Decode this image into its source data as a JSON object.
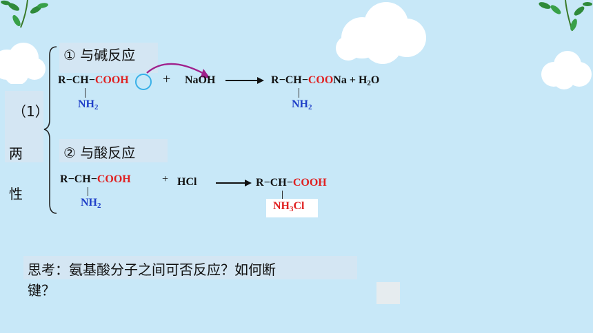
{
  "colors": {
    "background": "#c8e8f8",
    "box": "#d4e6f3",
    "red": "#e02020",
    "blue": "#1f3fc8",
    "arrow_curve": "#a0208c",
    "circle": "#38b0e8"
  },
  "icons": [
    "leaf-branch-icon",
    "cloud-icon"
  ],
  "section": {
    "number": "（1）",
    "title_line1": "两",
    "title_line2": "性"
  },
  "reaction1": {
    "heading": "① 与碱反应",
    "reactant": {
      "R": "R",
      "dash1": "−",
      "CH": "CH",
      "dash2": "−",
      "COO": "COO",
      "H": "H",
      "NH2": "NH",
      "NH2_sub": "2"
    },
    "plus": "+",
    "reagent": "NaOH",
    "product": {
      "R": "R",
      "dash1": "−",
      "CH": "CH",
      "dash2": "−",
      "COO": "COO",
      "Na": "Na",
      "NH2": "NH",
      "NH2_sub": "2"
    },
    "plus2": "+",
    "water": "H",
    "water_sub": "2",
    "water_o": "O"
  },
  "reaction2": {
    "heading": "② 与酸反应",
    "reactant": {
      "R": "R",
      "dash1": "−",
      "CH": "CH",
      "dash2": "−",
      "COOH": "COOH",
      "NH2": "NH",
      "NH2_sub": "2"
    },
    "plus": "+",
    "reagent": "HCl",
    "product": {
      "R": "R",
      "dash1": "−",
      "CH": "CH",
      "dash2": "−",
      "COOH": "COOH",
      "NH3Cl_a": "NH",
      "NH3Cl_sub": "3",
      "NH3Cl_b": "Cl"
    }
  },
  "question": {
    "line1": "思考：氨基酸分子之间可否反应？如何断",
    "line2": "键？"
  }
}
